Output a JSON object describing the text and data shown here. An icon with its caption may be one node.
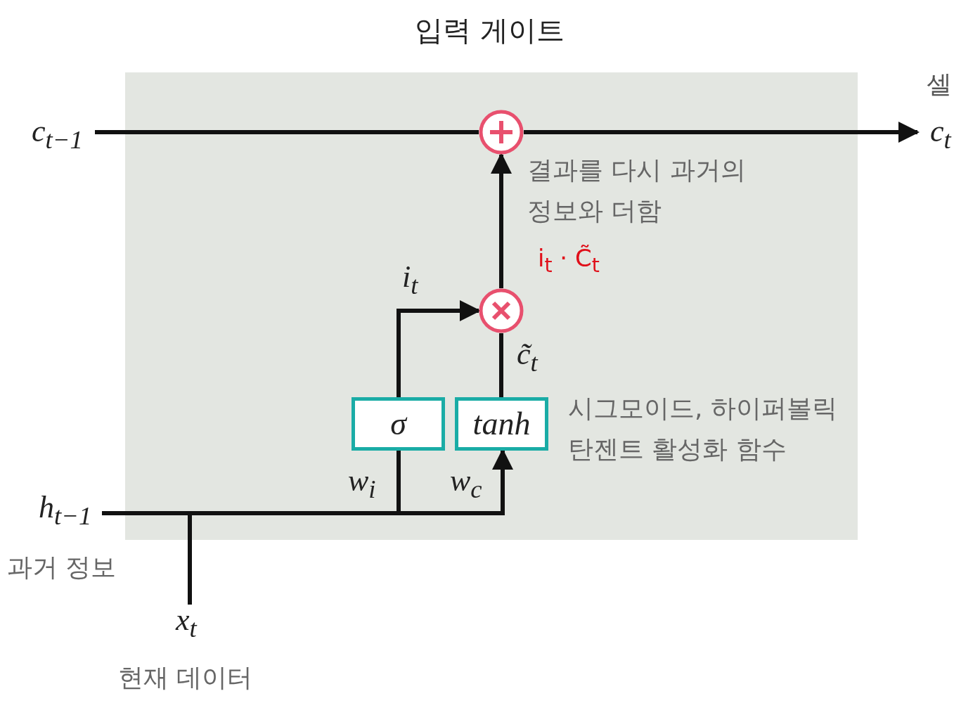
{
  "diagram": {
    "title": "입력 게이트",
    "nodes": [
      {
        "text": [
          "셀"
        ]
      },
      {
        "text": [
          "c$_{t−1}$"
        ]
      },
      {
        "text": [],
        "shape": "circle",
        "in": 0
      },
      {
        "text": [
          "c$_{t}$"
        ]
      },
      {
        "text": [],
        "shape": "circle",
        "in": 0
      },
      {
        "text": [
          "σ"
        ],
        "in": 0
      },
      {
        "text": [
          "tanh"
        ],
        "in": 0
      },
      {
        "text": [
          "h$_{t−1}$"
        ],
        "beside": [
          "과거 정보"
        ]
      },
      {
        "text": [
          "x$_{t}$"
        ],
        "beside": [
          "현재 데이터"
        ]
      }
    ],
    "edges": [
      {
        "from": 1,
        "to": 2,
        "arrow": "none"
      },
      {
        "from": 2,
        "to": 3,
        "arrow": "to"
      },
      {
        "from": 4,
        "to": 2,
        "arrow": "to"
      },
      {
        "from": 5,
        "to": 4,
        "arrow": "to",
        "label": "i$_{t}$"
      },
      {
        "from": 6,
        "to": 4,
        "arrow": "none",
        "label": "c̃$_{t}$"
      },
      {
        "from": 7,
        "to": 5,
        "arrow": "none",
        "label": "w$_{i}$"
      },
      {
        "from": 7,
        "to": 6,
        "arrow": "to",
        "label": "w$_{c}$"
      },
      {
        "from": 8,
        "to": 5,
        "arrow": "none"
      },
      {
        "from": 8,
        "to": 6,
        "arrow": "to"
      }
    ],
    "labels": [
      "결과를 다시 과거의 정보와 더함",
      "i$_{t}$ · C̃$_{t}$",
      "시그모이드, 하이퍼볼릭 탄젠트 활성화 함수"
    ]
  }
}
